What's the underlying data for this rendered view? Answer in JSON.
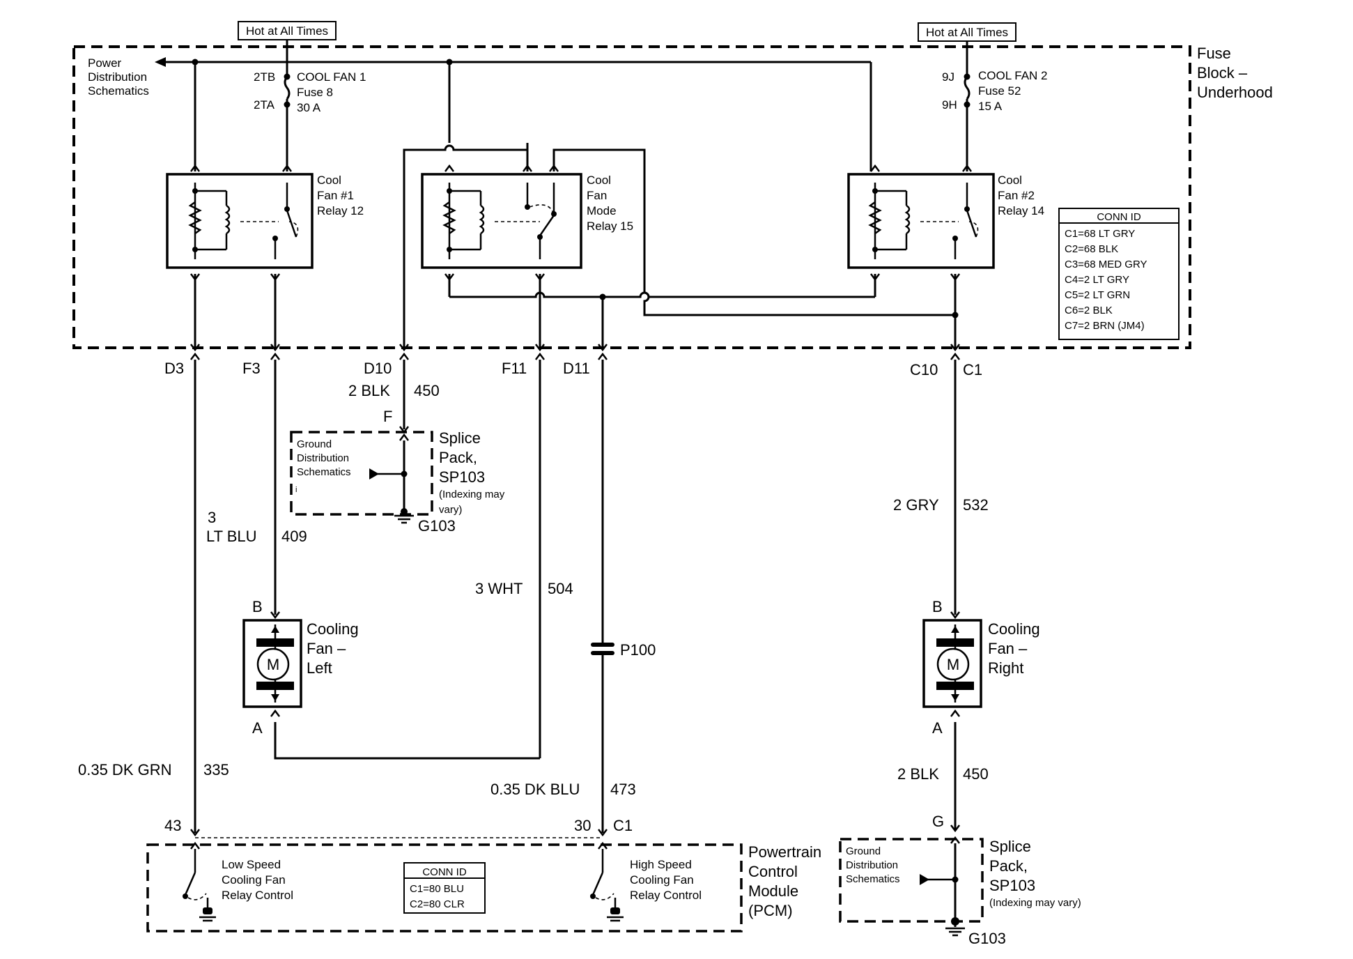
{
  "hot_label": "Hot at All Times",
  "fuse_block": {
    "title_1": "Fuse",
    "title_2": "Block –",
    "title_3": "Underhood",
    "power_dist_1": "Power",
    "power_dist_2": "Distribution",
    "power_dist_3": "Schematics",
    "fuse1": {
      "top_pin": "2TB",
      "bottom_pin": "2TA",
      "name": "COOL FAN 1",
      "fuse": "Fuse 8",
      "rating": "30 A"
    },
    "fuse2": {
      "top_pin": "9J",
      "bottom_pin": "9H",
      "name": "COOL FAN 2",
      "fuse": "Fuse 52",
      "rating": "15 A"
    },
    "relay1": [
      "Cool",
      "Fan #1",
      "Relay 12"
    ],
    "relay_mode": [
      "Cool",
      "Fan",
      "Mode",
      "Relay 15"
    ],
    "relay2": [
      "Cool",
      "Fan #2",
      "Relay 14"
    ],
    "conn_id": {
      "title": "CONN ID",
      "rows": [
        "C1=68 LT GRY",
        "C2=68 BLK",
        "C3=68 MED GRY",
        "C4=2 LT GRY",
        "C5=2 LT GRN",
        "C6=2 BLK",
        "C7=2 BRN (JM4)"
      ]
    }
  },
  "pins": {
    "d3": "D3",
    "f3": "F3",
    "d10": "D10",
    "f11": "F11",
    "d11": "D11",
    "c10": "C10",
    "c1": "C1"
  },
  "wires": {
    "blk450_color": "2 BLK",
    "blk450_circuit": "450",
    "ltblu_size": "3",
    "ltblu_color": "LT BLU",
    "ltblu_circuit": "409",
    "wht_color": "3 WHT",
    "wht_circuit": "504",
    "gry_color": "2 GRY",
    "gry_circuit": "532",
    "dkgrn_color": "0.35 DK GRN",
    "dkgrn_circuit": "335",
    "dkblu_color": "0.35 DK BLU",
    "dkblu_circuit": "473",
    "blk450b_color": "2 BLK",
    "blk450b_circuit": "450"
  },
  "splice_top": {
    "pin": "F",
    "gd_1": "Ground",
    "gd_2": "Distribution",
    "gd_3": "Schematics",
    "gd_mark": "i",
    "name_1": "Splice",
    "name_2": "Pack,",
    "name_3": "SP103",
    "note_1": "(Indexing may",
    "note_2": "vary)",
    "ground": "G103"
  },
  "splice_bottom": {
    "pin": "G",
    "gd_1": "Ground",
    "gd_2": "Distribution",
    "gd_3": "Schematics",
    "name_1": "Splice",
    "name_2": "Pack,",
    "name_3": "SP103",
    "note": "(Indexing may vary)",
    "ground": "G103"
  },
  "fan_left": {
    "pin_b": "B",
    "pin_a": "A",
    "motor": "M",
    "name_1": "Cooling",
    "name_2": "Fan –",
    "name_3": "Left"
  },
  "fan_right": {
    "pin_b": "B",
    "pin_a": "A",
    "motor": "M",
    "name_1": "Cooling",
    "name_2": "Fan –",
    "name_3": "Right"
  },
  "p100": "P100",
  "pcm": {
    "pin_43": "43",
    "pin_30": "30",
    "conn": "C1",
    "title_1": "Powertrain",
    "title_2": "Control",
    "title_3": "Module",
    "title_4": "(PCM)",
    "low_1": "Low Speed",
    "low_2": "Cooling Fan",
    "low_3": "Relay Control",
    "high_1": "High Speed",
    "high_2": "Cooling Fan",
    "high_3": "Relay Control",
    "conn_id": {
      "title": "CONN ID",
      "rows": [
        "C1=80 BLU",
        "C2=80 CLR"
      ]
    }
  }
}
